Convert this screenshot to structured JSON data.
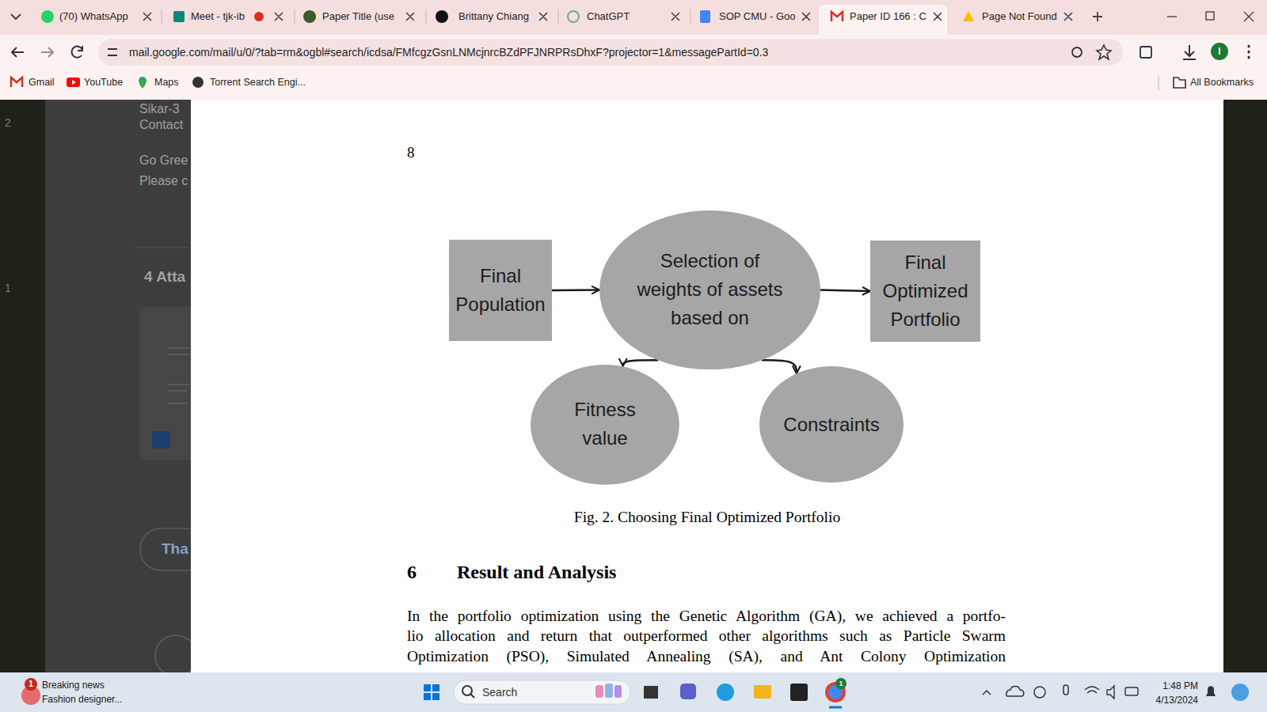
{
  "diagram": {
    "caption": "Fig. 2. Choosing Final Optimized Portfolio",
    "nodes": [
      {
        "text": [
          "Final Population"
        ]
      },
      {
        "text": [
          "Selection of weights of assets based on"
        ]
      },
      {
        "text": [
          "Final Optimized Portfolio"
        ]
      },
      {
        "text": [
          "Fitness value"
        ]
      },
      {
        "text": [
          "Constraints"
        ]
      }
    ],
    "edges": [
      {
        "from": 0,
        "to": 1,
        "arrow": "to"
      },
      {
        "from": 1,
        "to": 2,
        "arrow": "to"
      },
      {
        "from": 1,
        "to": 3,
        "arrow": "to"
      },
      {
        "from": 1,
        "to": 4,
        "arrow": "to"
      }
    ],
    "labels": [
      "(70) WhatsApp",
      "Meet - tjk-ib",
      "Paper Title (use",
      "Brittany Chiang",
      "ChatGPT",
      "SOP CMU - Goo",
      "Paper ID 166 : C",
      "Page Not Found",
      "mail.google.com/mail/u/0/?tab=rm&ogbl#search/icdsa/FMfcgzGsnLNMcjnrcBZdPFJNRPRsDhxF?projector=1&messagePartId=0.3",
      "I",
      "Gmail",
      "YouTube",
      "Maps",
      "Torrent Search Engi...",
      "All Bookmarks",
      "2",
      "1",
      "Sikar-3",
      "Contact",
      "Go Gree",
      "Please c",
      "4 Atta",
      "Tha",
      "8",
      "6",
      "Result and Analysis",
      "In the portfolio optimization using the Genetic Algorithm (GA), we achieved a portfo-",
      "lio allocation and return that outperformed other algorithms such as Particle Swarm",
      "Optimization (PSO), Simulated Annealing (SA), and Ant Colony Optimization",
      "1",
      "Breaking news",
      "Fashion designer...",
      "Search",
      "1",
      "1:48 PM",
      "4/13/2024"
    ]
  }
}
